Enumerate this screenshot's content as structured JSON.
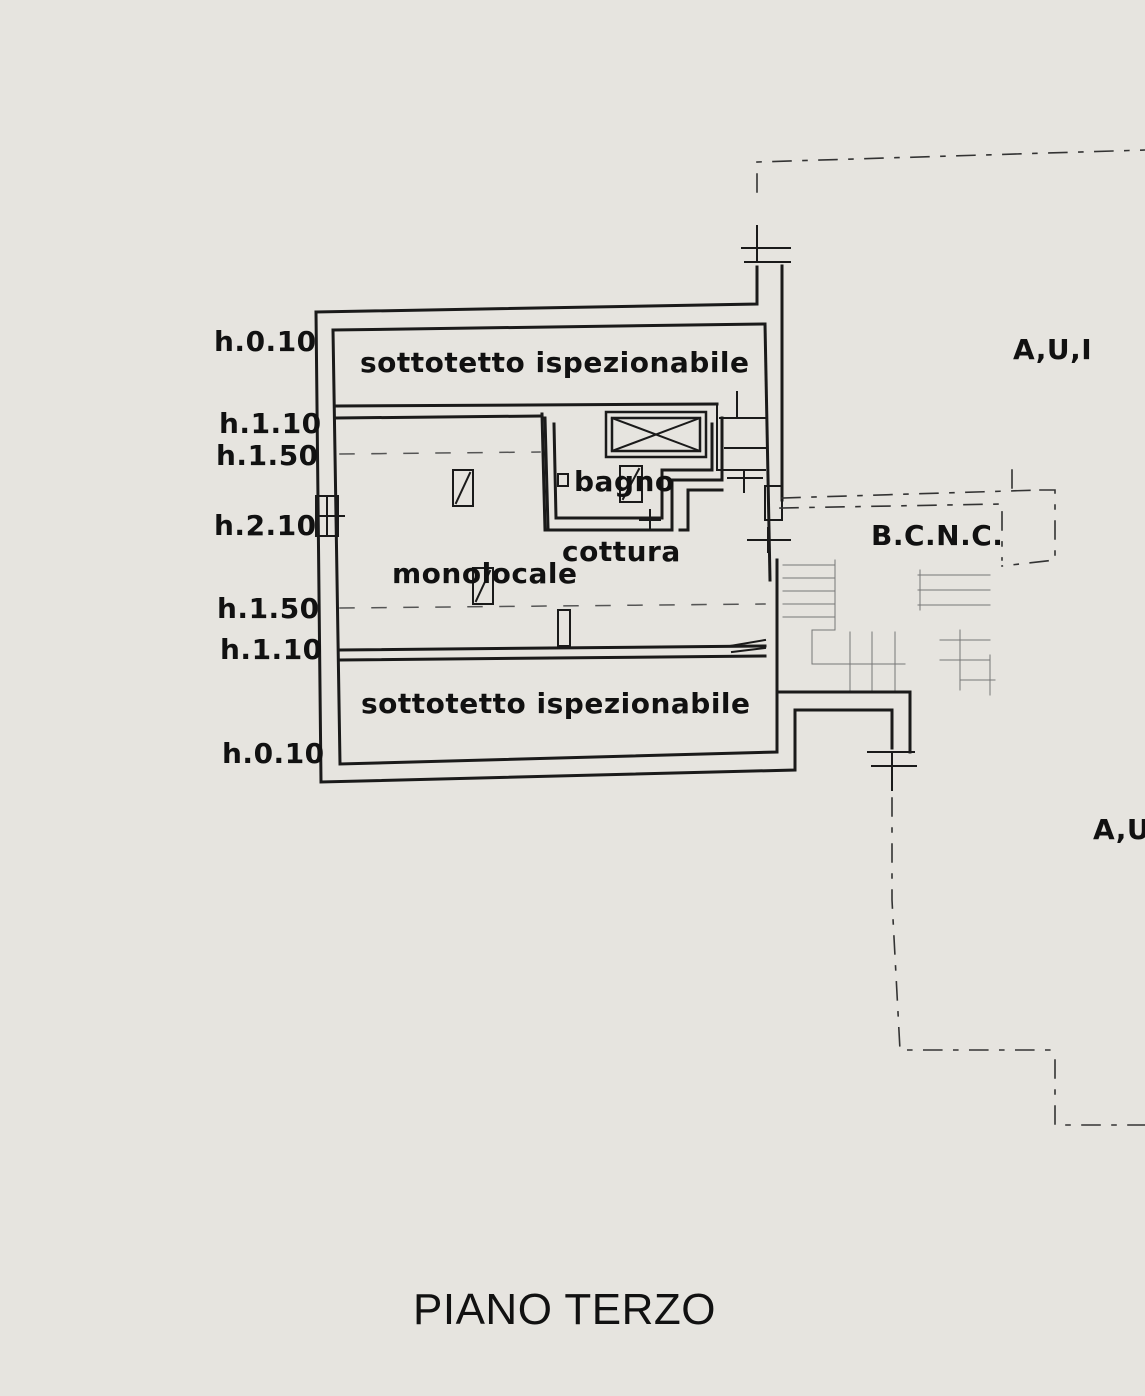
{
  "drawing": {
    "title": "PIANO TERZO",
    "height_marks": [
      "h.0.10",
      "h.1.10",
      "h.1.50",
      "h.2.10",
      "h.1.50",
      "h.1.10",
      "h.0.10"
    ],
    "rooms": {
      "attic_top": "sottotetto  ispezionabile",
      "attic_bottom": "sottotetto  ispezionabile",
      "studio": "monolocale",
      "bathroom": "bagno",
      "kitchen": "cottura",
      "common_area": "B.C.N.C."
    },
    "adjacent_units": {
      "upper": "A,U,I",
      "lower": "A,U"
    }
  }
}
